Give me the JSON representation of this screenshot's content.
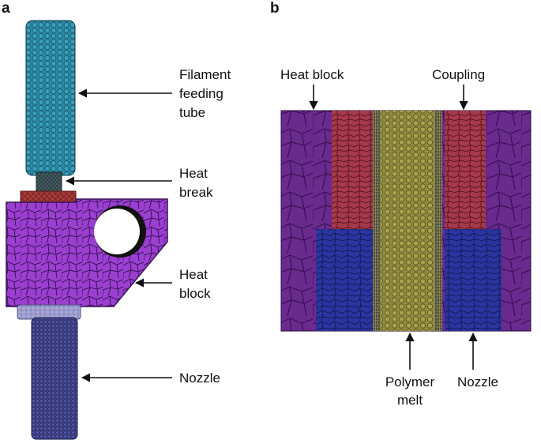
{
  "panel_a": {
    "letter": "a",
    "labels": {
      "feeding_tube": [
        "Filament",
        "feeding",
        "tube"
      ],
      "heat_break": [
        "Heat",
        "break"
      ],
      "heat_block": [
        "Heat",
        "block"
      ],
      "nozzle": "Nozzle"
    }
  },
  "panel_b": {
    "letter": "b",
    "labels": {
      "heat_block": "Heat block",
      "coupling": "Coupling",
      "polymer_melt": [
        "Polymer",
        "melt"
      ],
      "nozzle": "Nozzle"
    }
  },
  "colors": {
    "tube": "#2d8aa6",
    "heat_break": "#2c3f45",
    "coupling_red": "#a83a3a",
    "heat_block": "#9a3fd0",
    "nozzle_ring": "#a8a8d8",
    "nozzle": "#3c3f82",
    "bg_purple": "#6a2a8e",
    "red_region": "#a63a4a",
    "blue_region": "#2a35a0",
    "melt": "#8e8a40"
  }
}
